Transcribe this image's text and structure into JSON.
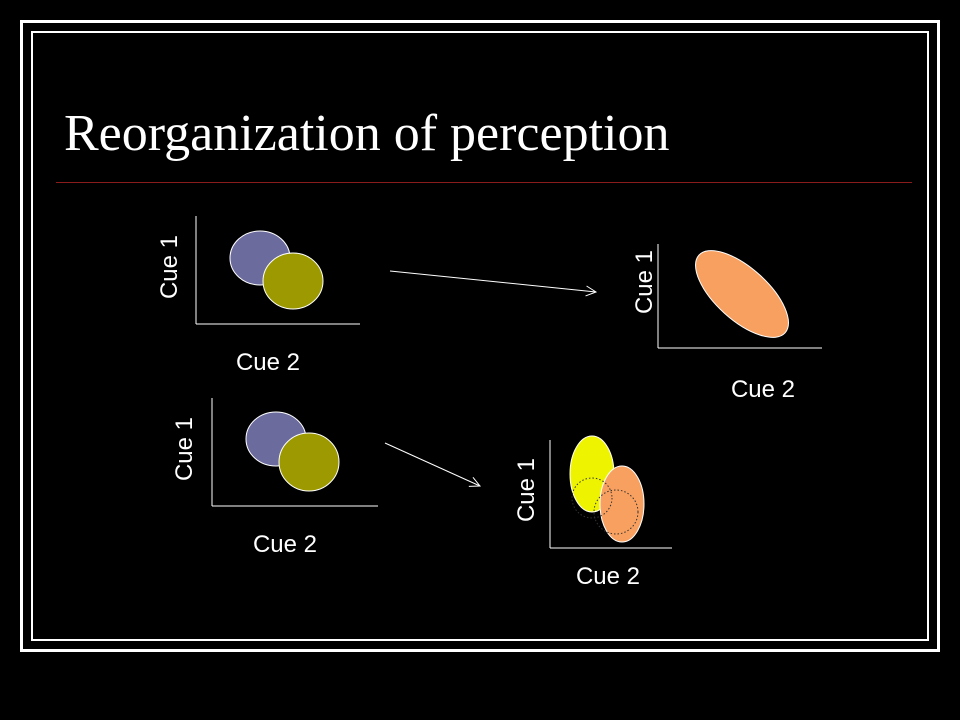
{
  "slide": {
    "title": "Reorganization of perception"
  },
  "colors": {
    "background": "#000000",
    "frame": "#ffffff",
    "title_rule": "#8a1c1c",
    "category_a": "#6b6b9e",
    "category_b": "#9c9a00",
    "merged": "#f8a060",
    "enhanced_a": "#eef400",
    "enhanced_b": "#f8a060"
  },
  "panels": [
    {
      "id": "before-top",
      "y_label": "Cue 1",
      "x_label": "Cue 2"
    },
    {
      "id": "after-top",
      "y_label": "Cue 1",
      "x_label": "Cue 2"
    },
    {
      "id": "before-bottom",
      "y_label": "Cue 1",
      "x_label": "Cue 2"
    },
    {
      "id": "after-bottom",
      "y_label": "Cue 1",
      "x_label": "Cue 2"
    }
  ]
}
